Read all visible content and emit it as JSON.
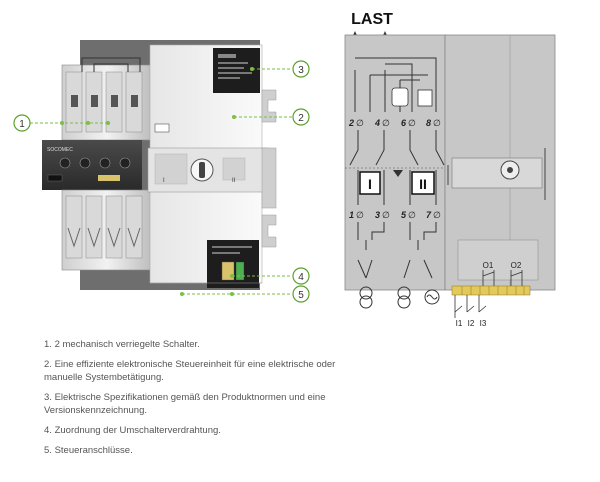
{
  "callouts": [
    {
      "num": "1"
    },
    {
      "num": "2"
    },
    {
      "num": "3"
    },
    {
      "num": "4"
    },
    {
      "num": "5"
    }
  ],
  "device": {
    "brand_label": "SOCOMEC",
    "switch_labels": [
      "I",
      "II"
    ]
  },
  "schematic": {
    "load_label": "LAST",
    "top_terminals": [
      "2",
      "4",
      "6",
      "8"
    ],
    "bottom_terminals": [
      "1",
      "3",
      "5",
      "7"
    ],
    "switch_labels": [
      "I",
      "II"
    ],
    "output_labels": [
      "O1",
      "O2"
    ],
    "input_labels": [
      "I1",
      "I2",
      "I3"
    ]
  },
  "legend": [
    {
      "number": "1.",
      "text": "2 mechanisch verriegelte Schalter."
    },
    {
      "number": "2.",
      "text": "Eine effiziente elektronische Steuereinheit für eine elektrische oder manuelle Systembetätigung."
    },
    {
      "number": "3.",
      "text": "Elektrische Spezifikationen gemäß den Produktnormen und eine Versionskennzeichnung."
    },
    {
      "number": "4.",
      "text": "Zuordnung der Umschalterverdrahtung."
    },
    {
      "number": "5.",
      "text": "Steueranschlüsse."
    }
  ]
}
